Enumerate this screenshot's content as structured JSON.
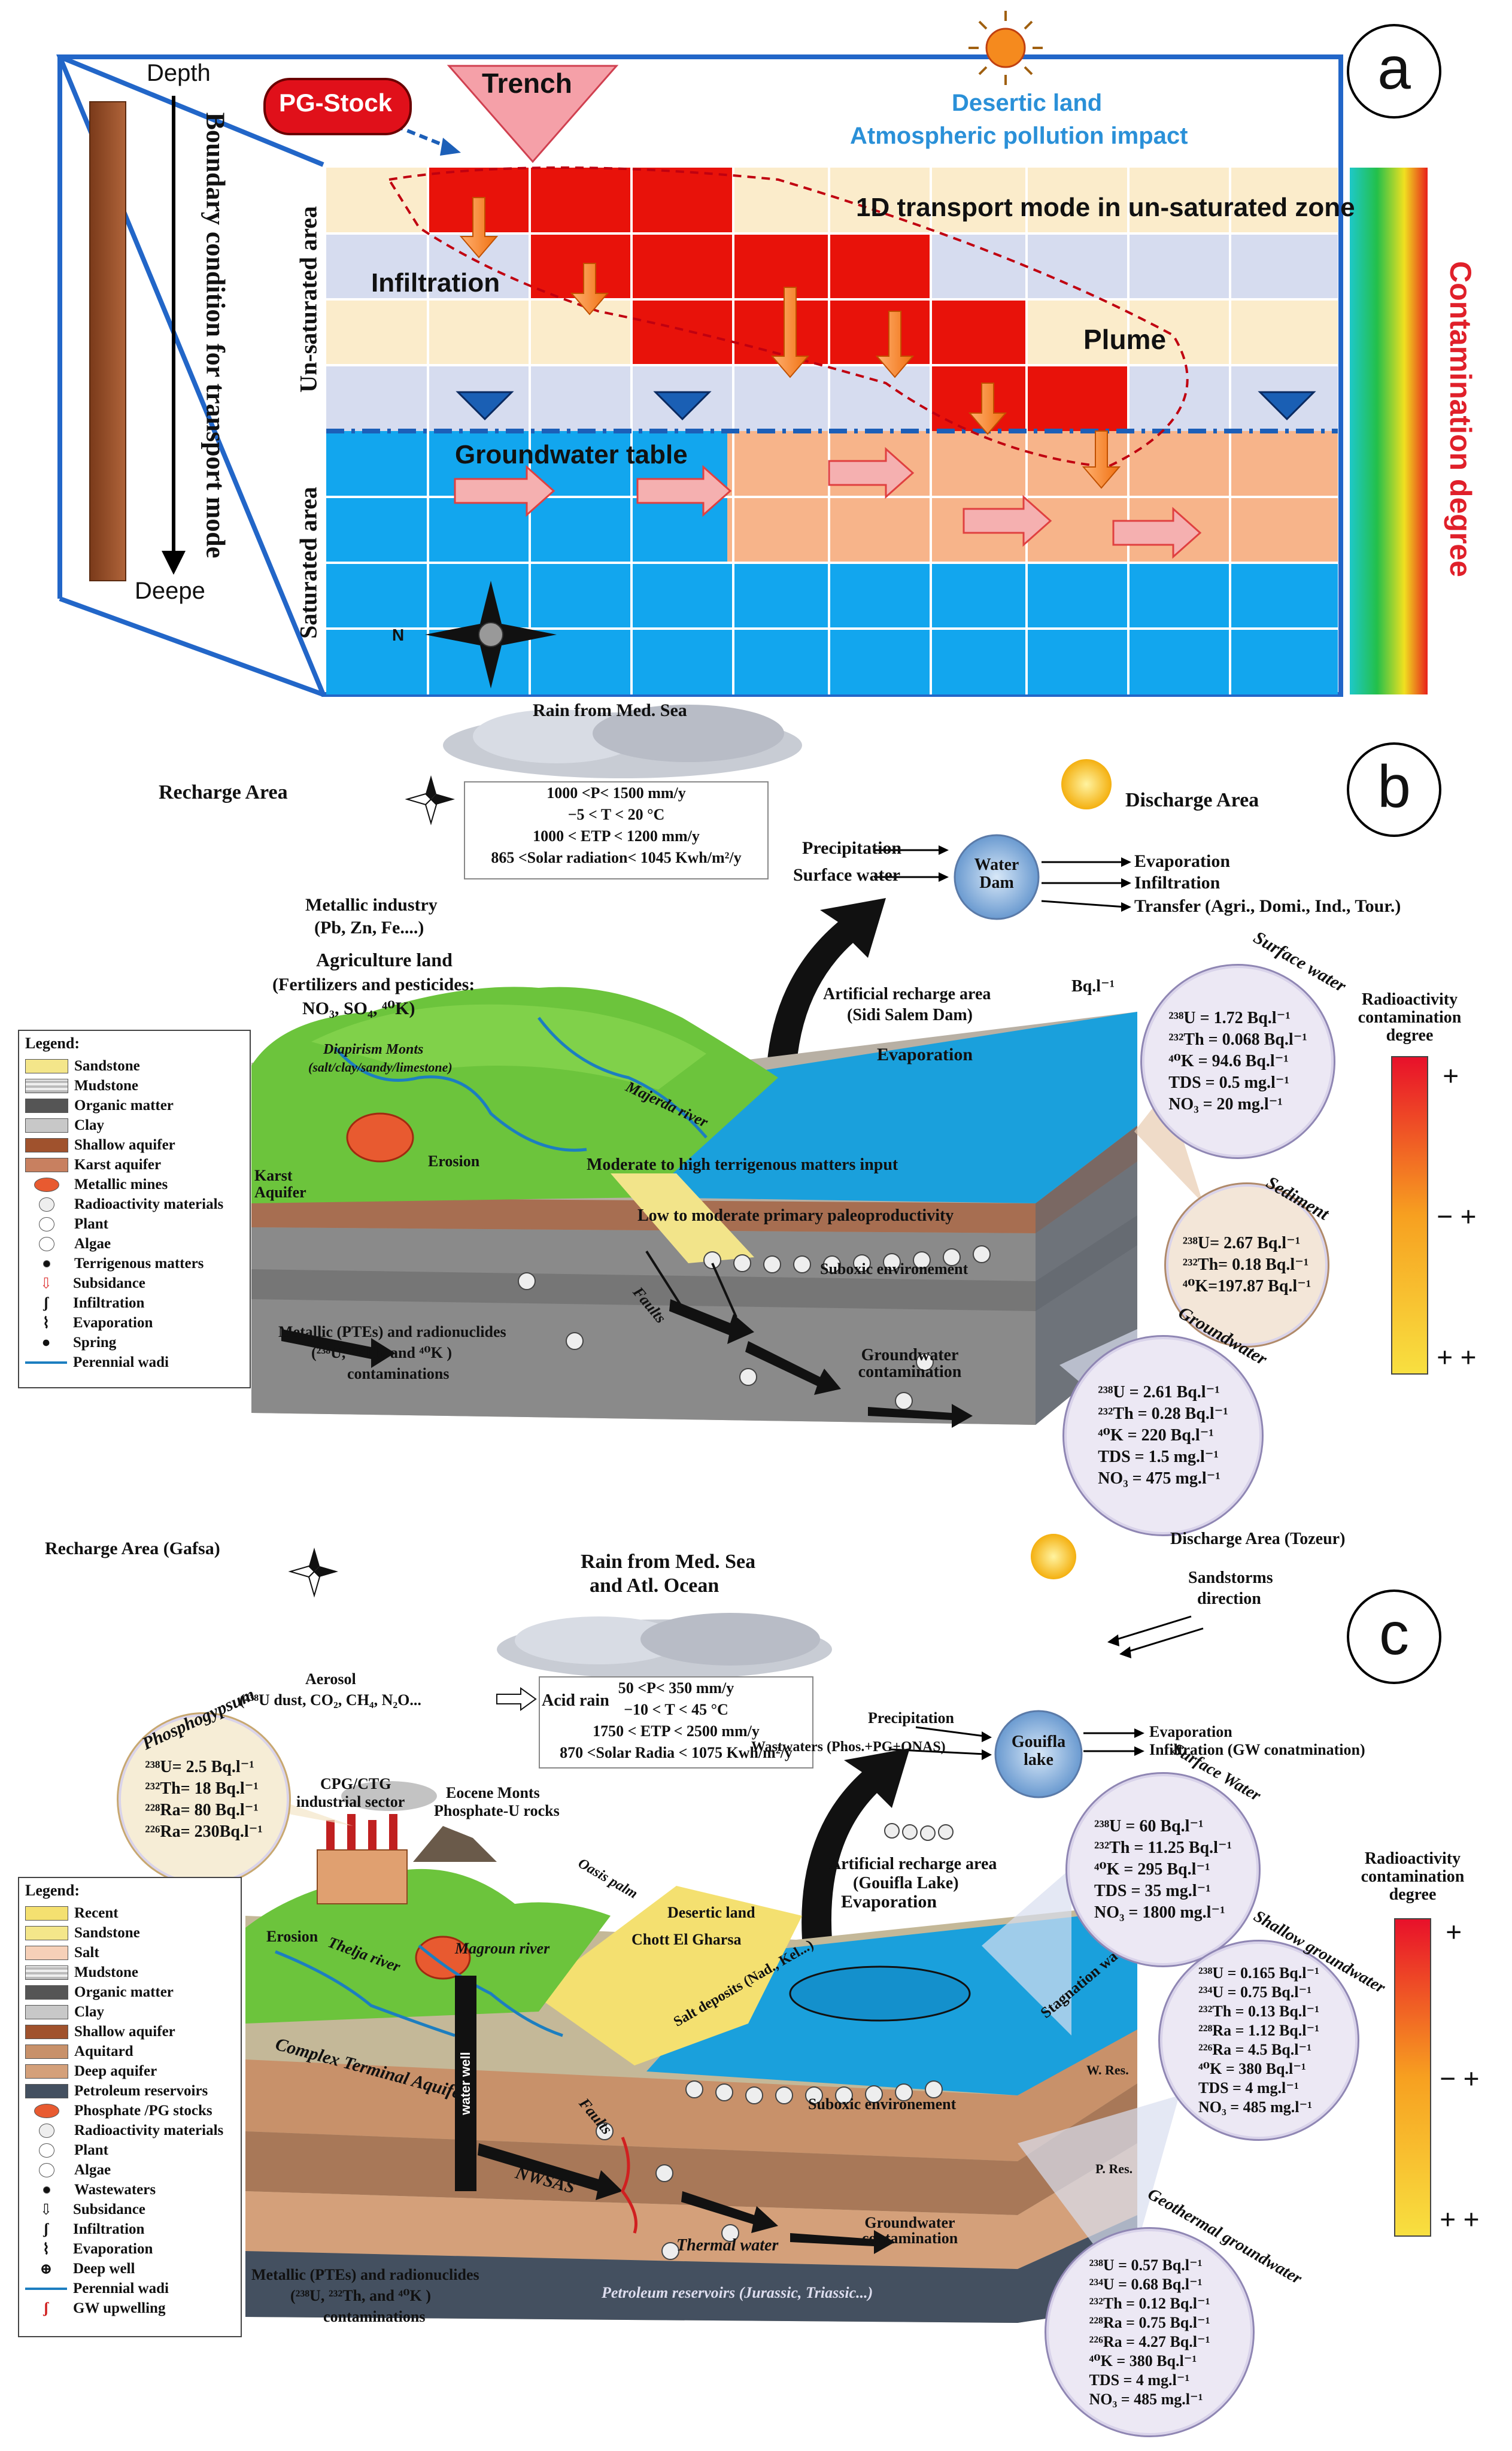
{
  "panel_a": {
    "letter": "a",
    "depth_label": "Depth",
    "deep_label": "Deepe",
    "boundary_label": "Boundary condition for transport mode",
    "pg_stock": "PG-Stock",
    "trench": "Trench",
    "desertic": "Desertic land",
    "atmospheric": "Atmospheric pollution impact",
    "transport_mode": "1D transport mode in un-saturated zone",
    "infiltration": "Infiltration",
    "plume": "Plume",
    "groundwater_table": "Groundwater table",
    "unsaturated": "Un-saturated area",
    "saturated": "Saturated area",
    "compass_n": "N",
    "contamination_degree": "Contamination degree"
  },
  "panel_b": {
    "letter": "b",
    "recharge": "Recharge Area",
    "rain": "Rain from Med. Sea",
    "climate": [
      "1000 <P< 1500 mm/y",
      "−5 < T < 20 °C",
      "1000 < ETP < 1200 mm/y",
      "865 <Solar radiation< 1045 Kwh/m²/y"
    ],
    "discharge": "Discharge Area",
    "precipitation": "Precipitation",
    "surface_water": "Surface water",
    "dam": "Water Dam",
    "evaporation_out": "Evaporation",
    "infiltration_out": "Infiltration",
    "transfer_out": "Transfer (Agri., Domi., Ind., Tour.)",
    "metallic_industry": "Metallic industry",
    "metallic_industry_sub": "(Pb, Zn, Fe....)",
    "agri": "Agriculture land",
    "agri_sub": "(Fertilizers and pesticides:",
    "agri_sub2": "NO₃, SO₄, ⁴⁰K)",
    "artificial": "Artificial recharge area",
    "artificial_sub": "(Sidi Salem Dam)",
    "unit": "Bq.l⁻¹",
    "evaporation": "Evaporation",
    "diapirism": "Diapirism Monts",
    "diapirism_sub": "(salt/clay/sandy/limestone)",
    "majerda": "Majerda river",
    "erosion": "Erosion",
    "karst": "Karst Aquifer",
    "moderate": "Moderate to high terrigenous matters input",
    "low": "Low to moderate primary paleoproductivity",
    "suboxic": "Suboxic environement",
    "faults": "Faults",
    "gw_contam": "Groundwater contamination",
    "metallic_pte": "Metallic (PTEs) and radionuclides",
    "metallic_pte2": "(²³⁸U, ²³²Th, and ⁴⁰K )",
    "metallic_pte3": "contaminations",
    "bar_title": "Radioactivity contamination degree",
    "bar_plus": "+",
    "bar_mid": "− +",
    "bar_pp": "+ +",
    "legend_title": "Legend:",
    "legend": [
      "Sandstone",
      "Mudstone",
      "Organic matter",
      "Clay",
      "Shallow aquifer",
      "Karst aquifer",
      "Metallic mines",
      "Radioactivity materials",
      "Plant",
      "Algae",
      "Terrigenous matters",
      "Subsidance",
      "Infiltration",
      "Evaporation",
      "Spring",
      "Perennial wadi"
    ],
    "surface_circle": {
      "title": "Surface water",
      "lines": [
        "²³⁸U = 1.72 Bq.l⁻¹",
        "²³²Th = 0.068 Bq.l⁻¹",
        "⁴⁰K = 94.6 Bq.l⁻¹",
        "TDS = 0.5 mg.l⁻¹",
        "NO₃ = 20 mg.l⁻¹"
      ]
    },
    "sediment_circle": {
      "title": "Sediment",
      "lines": [
        "²³⁸U= 2.67 Bq.l⁻¹",
        "²³²Th= 0.18 Bq.l⁻¹",
        "⁴⁰K=197.87 Bq.l⁻¹"
      ]
    },
    "gw_circle": {
      "title": "Groundwater",
      "lines": [
        "²³⁸U = 2.61 Bq.l⁻¹",
        "²³²Th = 0.28 Bq.l⁻¹",
        "⁴⁰K = 220 Bq.l⁻¹",
        "TDS = 1.5 mg.l⁻¹",
        "NO₃ = 475 mg.l⁻¹"
      ]
    }
  },
  "panel_c": {
    "letter": "c",
    "recharge": "Recharge Area (Gafsa)",
    "rain": "Rain from Med. Sea",
    "rain2": "and Atl. Ocean",
    "discharge": "Discharge Area (Tozeur)",
    "sandstorm": "Sandstorms",
    "sandstorm2": "direction",
    "climate": [
      "50 <P< 350 mm/y",
      "−10 < T < 45 °C",
      "1750 < ETP < 2500 mm/y",
      "870 <Solar Radia < 1075 Kwh/m²/y"
    ],
    "aerosol": "Aerosol",
    "aerosol_sub": "(²³⁸U dust, CO₂, CH₄, N₂O...",
    "acid_rain": "Acid rain",
    "precipitation": "Precipitation",
    "wastewaters": "Wastwaters (Phos.+PG+ONAS)",
    "lake": "Gouifla lake",
    "evaporation_out": "Evaporation",
    "infiltration_out": "Infiltration (GW conatmination)",
    "phospho_circle": {
      "title": "Phosphogypsum",
      "lines": [
        "²³⁸U= 2.5 Bq.l⁻¹",
        "²³²Th= 18 Bq.l⁻¹",
        "²²⁸Ra= 80 Bq.l⁻¹",
        "²²⁶Ra= 230Bq.l⁻¹"
      ]
    },
    "cpg": "CPG/CTG",
    "cpg2": "industrial sector",
    "eocene": "Eocene Monts",
    "eocene2": "Phosphate-U rocks",
    "artificial": "Artificial recharge area",
    "artificial_sub": "(Gouifla Lake)",
    "evaporation": "Evaporation",
    "oasis": "Oasis palm",
    "desertic": "Desertic land",
    "chott": "Chott El Gharsa",
    "salt_deposits": "Salt deposits (Nad., Kel...)",
    "stagnation": "Stagnation water",
    "erosion": "Erosion",
    "thelja": "Thelja river",
    "magroun": "Magroun river",
    "ct_aquifer": "Complex Terminal Aquifer",
    "water_well": "water well",
    "faults": "Faults",
    "nwsas": "NWSAS",
    "suboxic": "Suboxic environement",
    "w_res": "W. Res.",
    "p_res": "P. Res.",
    "gw_contam": "Groundwater contamination",
    "thermal": "Thermal water",
    "petroleum": "Petroleum reservoirs (Jurassic, Triassic...)",
    "metallic_pte": "Metallic (PTEs) and radionuclides",
    "metallic_pte2": "(²³⁸U, ²³²Th, and ⁴⁰K )",
    "metallic_pte3": "contaminations",
    "bar_title": "Radioactivity contamination degree",
    "bar_plus": "+",
    "bar_mid": "− +",
    "bar_pp": "+ +",
    "legend_title": "Legend:",
    "legend": [
      "Recent",
      "Sandstone",
      "Salt",
      "Mudstone",
      "Organic matter",
      "Clay",
      "Shallow aquifer",
      "Aquitard",
      "Deep aquifer",
      "Petroleum reservoirs",
      "Phosphate /PG stocks",
      "Radioactivity materials",
      "Plant",
      "Algae",
      "Wastewaters",
      "Subsidance",
      "Infiltration",
      "Evaporation",
      "Deep well",
      "Perennial wadi",
      "GW upwelling"
    ],
    "surface_circle": {
      "title": "Surface Water",
      "lines": [
        "²³⁸U = 60 Bq.l⁻¹",
        "²³²Th = 11.25 Bq.l⁻¹",
        "⁴⁰K = 295 Bq.l⁻¹",
        "TDS = 35 mg.l⁻¹",
        "NO₃ = 1800 mg.l⁻¹"
      ]
    },
    "shallow_circle": {
      "title": "Shallow groundwater",
      "lines": [
        "²³⁸U = 0.165 Bq.l⁻¹",
        "²³⁴U = 0.75 Bq.l⁻¹",
        "²³²Th = 0.13 Bq.l⁻¹",
        "²²⁸Ra = 1.12 Bq.l⁻¹",
        "²²⁶Ra = 4.5 Bq.l⁻¹",
        "⁴⁰K = 380 Bq.l⁻¹",
        "TDS = 4 mg.l⁻¹",
        "NO₃ = 485 mg.l⁻¹"
      ]
    },
    "geo_circle": {
      "title": "Geothermal groundwater",
      "lines": [
        "²³⁸U = 0.57 Bq.l⁻¹",
        "²³⁴U = 0.68 Bq.l⁻¹",
        "²³²Th = 0.12 Bq.l⁻¹",
        "²²⁸Ra = 0.75 Bq.l⁻¹",
        "²²⁶Ra = 4.27 Bq.l⁻¹",
        "⁴⁰K = 380 Bq.l⁻¹",
        "TDS = 4  mg.l⁻¹",
        "NO₃ = 485 mg.l⁻¹"
      ]
    }
  }
}
